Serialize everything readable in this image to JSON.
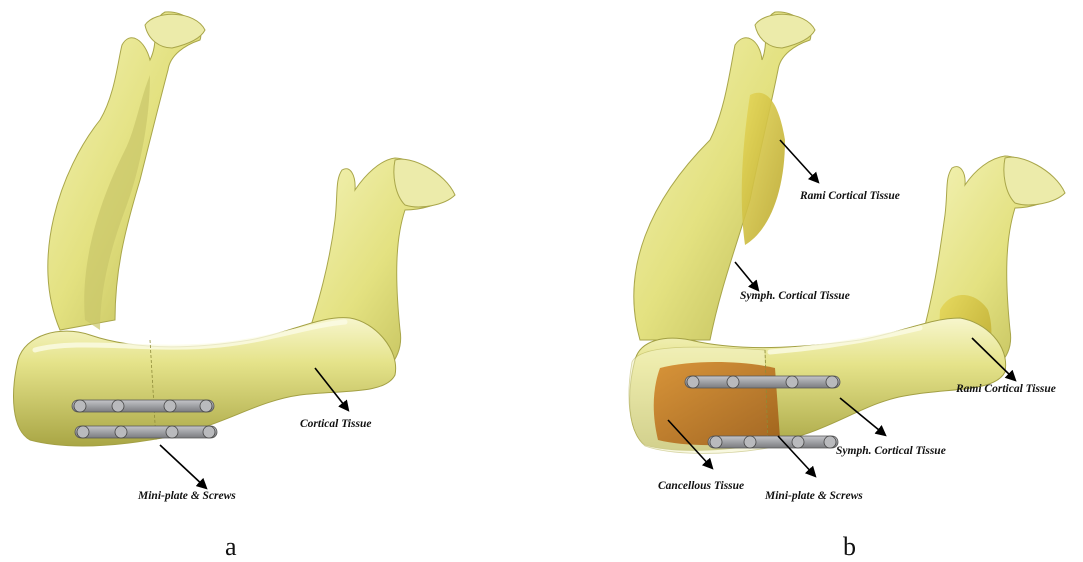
{
  "panel_a": {
    "caption": "a",
    "labels": {
      "cortical": "Cortical Tissue",
      "miniplate": "Mini-plate & Screws"
    }
  },
  "panel_b": {
    "caption": "b",
    "labels": {
      "rami_upper": "Rami Cortical Tissue",
      "symph_upper": "Symph. Cortical Tissue",
      "rami_right": "Rami Cortical Tissue",
      "symph_lower": "Symph. Cortical Tissue",
      "cancellous": "Cancellous  Tissue",
      "miniplate": "Mini-plate & Screws"
    }
  },
  "colors": {
    "bone": "#e6e48a",
    "bone_shadow": "#b5b24e",
    "bone_highlight": "#f8f7cf",
    "rami_cortical": "#d3c33a",
    "cancellous": "#c2761f",
    "plate": "#8f9094"
  }
}
